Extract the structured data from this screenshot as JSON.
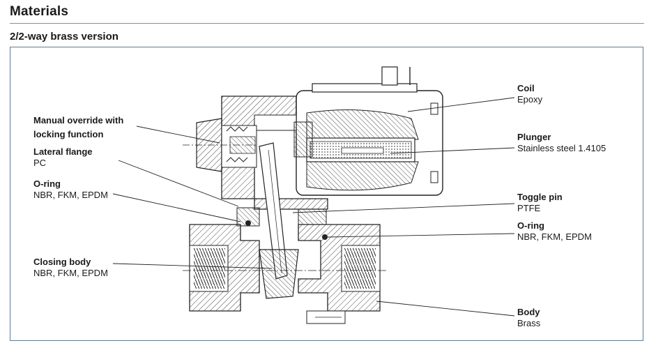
{
  "page": {
    "title": "Materials",
    "subtitle": "2/2-way brass version"
  },
  "labels": {
    "manual_override": {
      "name_line1": "Manual override with",
      "name_line2": "locking function"
    },
    "lateral_flange": {
      "name": "Lateral flange",
      "material": "PC"
    },
    "oring_left": {
      "name": "O-ring",
      "material": "NBR, FKM, EPDM"
    },
    "closing_body": {
      "name": "Closing body",
      "material": "NBR, FKM, EPDM"
    },
    "coil": {
      "name": "Coil",
      "material": "Epoxy"
    },
    "plunger": {
      "name": "Plunger",
      "material": "Stainless steel 1.4105"
    },
    "toggle_pin": {
      "name": "Toggle pin",
      "material": "PTFE"
    },
    "oring_right": {
      "name": "O-ring",
      "material": "NBR, FKM, EPDM"
    },
    "body": {
      "name": "Body",
      "material": "Brass"
    }
  }
}
